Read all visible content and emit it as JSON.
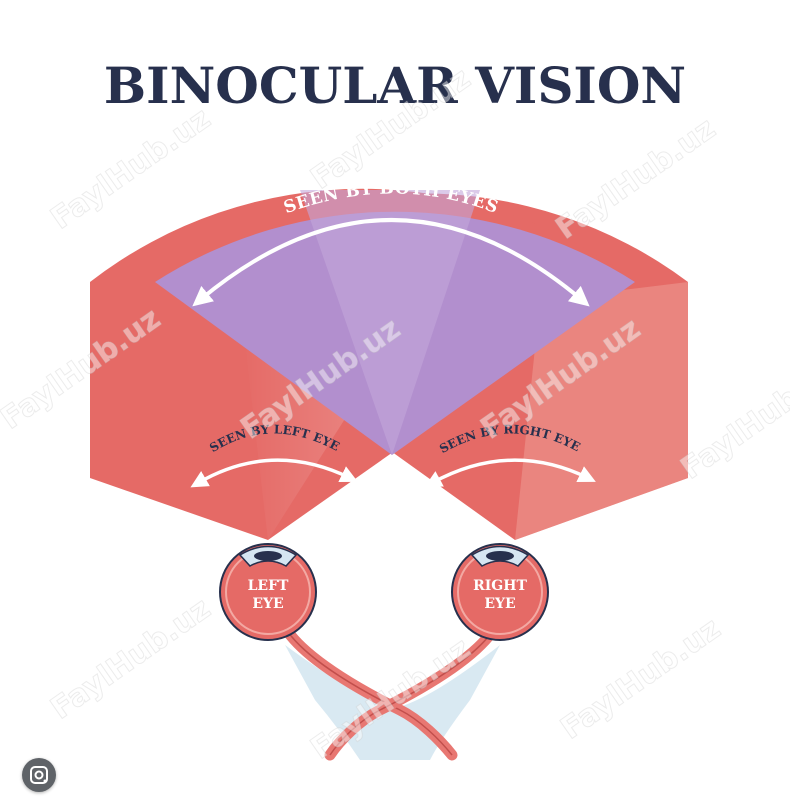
{
  "title": "BINOCULAR VISION",
  "labels": {
    "both": "SEEN BY BOTH EYES",
    "left_field": "SEEN BY LEFT EYE",
    "right_field": "SEEN BY RIGHT EYE",
    "left_eye_line1": "LEFT",
    "left_eye_line2": "EYE",
    "right_eye_line1": "RIGHT",
    "right_eye_line2": "EYE"
  },
  "watermark_text": "FaylHub.uz",
  "colors": {
    "title": "#27304d",
    "both_field": "#b28fce",
    "left_field": "#e56a66",
    "eye_body": "#e56a66",
    "optic_nerve": "#e87772",
    "chiasm_shadow": "#cfe3ef"
  },
  "icons": {
    "lens": "google-lens-icon"
  }
}
